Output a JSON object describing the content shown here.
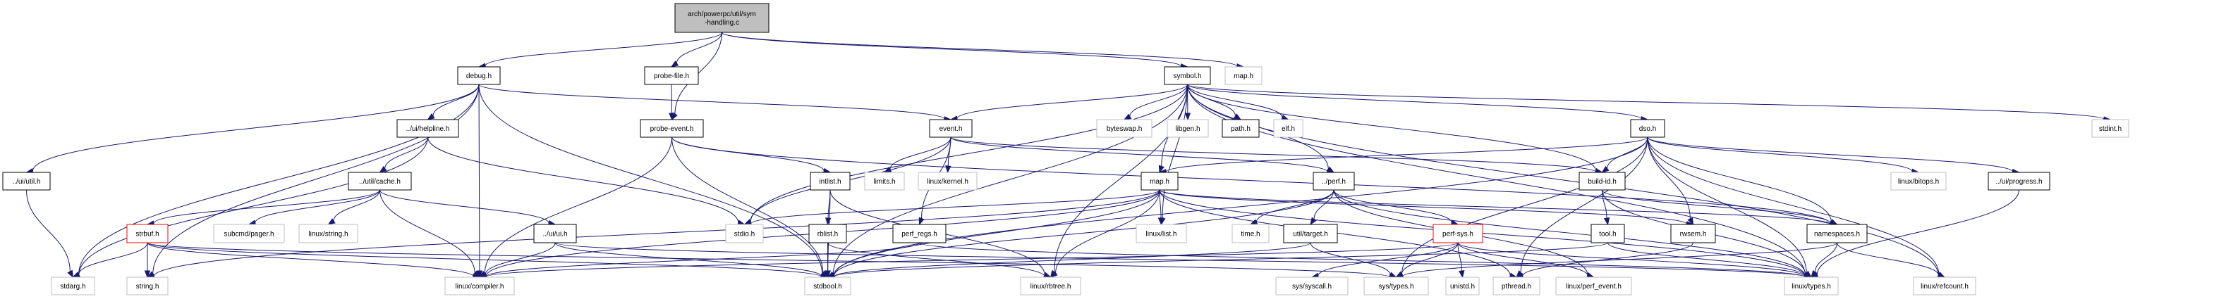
{
  "title": "Include dependency graph for arch/powerpc/util/sym-handling.c",
  "colors": {
    "edge": "#191970",
    "root_fill": "#bfbfbf",
    "root_border": "#000000",
    "documented_border": "#000000",
    "undocumented_border": "#bfbfbf",
    "truncated_border": "#ff0000",
    "text": "#000000"
  },
  "nodes": [
    {
      "id": "root",
      "label": [
        "arch/powerpc/util/sym",
        "-handling.c"
      ],
      "kind": "root"
    },
    {
      "id": "debug_h",
      "label": [
        "debug.h"
      ],
      "kind": "documented"
    },
    {
      "id": "probe_file_h",
      "label": [
        "probe-file.h"
      ],
      "kind": "documented"
    },
    {
      "id": "symbol_h",
      "label": [
        "symbol.h"
      ],
      "kind": "documented"
    },
    {
      "id": "map_h_top",
      "label": [
        "map.h"
      ],
      "kind": "external"
    },
    {
      "id": "helpline_h",
      "label": [
        "../ui/helpline.h"
      ],
      "kind": "documented"
    },
    {
      "id": "probe_event_h",
      "label": [
        "probe-event.h"
      ],
      "kind": "documented"
    },
    {
      "id": "event_h",
      "label": [
        "event.h"
      ],
      "kind": "documented"
    },
    {
      "id": "byteswap_h",
      "label": [
        "byteswap.h"
      ],
      "kind": "external"
    },
    {
      "id": "libgen_h",
      "label": [
        "libgen.h"
      ],
      "kind": "external"
    },
    {
      "id": "path_h",
      "label": [
        "path.h"
      ],
      "kind": "documented"
    },
    {
      "id": "elf_h",
      "label": [
        "elf.h"
      ],
      "kind": "external"
    },
    {
      "id": "dso_h",
      "label": [
        "dso.h"
      ],
      "kind": "documented"
    },
    {
      "id": "stdint_h",
      "label": [
        "stdint.h"
      ],
      "kind": "external"
    },
    {
      "id": "ui_util_h",
      "label": [
        "../ui/util.h"
      ],
      "kind": "documented"
    },
    {
      "id": "cache_h",
      "label": [
        "../util/cache.h"
      ],
      "kind": "documented"
    },
    {
      "id": "intlist_h",
      "label": [
        "intlist.h"
      ],
      "kind": "documented"
    },
    {
      "id": "limits_h",
      "label": [
        "limits.h"
      ],
      "kind": "external"
    },
    {
      "id": "linux_kernel_h",
      "label": [
        "linux/kernel.h"
      ],
      "kind": "external"
    },
    {
      "id": "map_h",
      "label": [
        "map.h"
      ],
      "kind": "documented"
    },
    {
      "id": "perf_h",
      "label": [
        "../perf.h"
      ],
      "kind": "documented"
    },
    {
      "id": "build_id_h",
      "label": [
        "build-id.h"
      ],
      "kind": "documented"
    },
    {
      "id": "linux_bitops_h",
      "label": [
        "linux/bitops.h"
      ],
      "kind": "external"
    },
    {
      "id": "progress_h",
      "label": [
        "../ui/progress.h"
      ],
      "kind": "documented"
    },
    {
      "id": "strbuf_h",
      "label": [
        "strbuf.h"
      ],
      "kind": "truncated"
    },
    {
      "id": "pager_h",
      "label": [
        "subcmd/pager.h"
      ],
      "kind": "external"
    },
    {
      "id": "linux_string_h",
      "label": [
        "linux/string.h"
      ],
      "kind": "external"
    },
    {
      "id": "ui_h",
      "label": [
        "../ui/ui.h"
      ],
      "kind": "documented"
    },
    {
      "id": "stdio_h",
      "label": [
        "stdio.h"
      ],
      "kind": "external"
    },
    {
      "id": "rblist_h",
      "label": [
        "rblist.h"
      ],
      "kind": "documented"
    },
    {
      "id": "perf_regs_h",
      "label": [
        "perf_regs.h"
      ],
      "kind": "documented"
    },
    {
      "id": "linux_list_h",
      "label": [
        "linux/list.h"
      ],
      "kind": "external"
    },
    {
      "id": "time_h",
      "label": [
        "time.h"
      ],
      "kind": "external"
    },
    {
      "id": "target_h",
      "label": [
        "util/target.h"
      ],
      "kind": "documented"
    },
    {
      "id": "perf_sys_h",
      "label": [
        "perf-sys.h"
      ],
      "kind": "truncated"
    },
    {
      "id": "tool_h",
      "label": [
        "tool.h"
      ],
      "kind": "documented"
    },
    {
      "id": "rwsem_h",
      "label": [
        "rwsem.h"
      ],
      "kind": "documented"
    },
    {
      "id": "namespaces_h",
      "label": [
        "namespaces.h"
      ],
      "kind": "documented"
    },
    {
      "id": "stdarg_h",
      "label": [
        "stdarg.h"
      ],
      "kind": "external"
    },
    {
      "id": "string_h",
      "label": [
        "string.h"
      ],
      "kind": "external"
    },
    {
      "id": "linux_compiler_h",
      "label": [
        "linux/compiler.h"
      ],
      "kind": "external"
    },
    {
      "id": "stdbool_h",
      "label": [
        "stdbool.h"
      ],
      "kind": "external"
    },
    {
      "id": "linux_rbtree_h",
      "label": [
        "linux/rbtree.h"
      ],
      "kind": "external"
    },
    {
      "id": "sys_syscall_h",
      "label": [
        "sys/syscall.h"
      ],
      "kind": "external"
    },
    {
      "id": "sys_types_h",
      "label": [
        "sys/types.h"
      ],
      "kind": "external"
    },
    {
      "id": "unistd_h",
      "label": [
        "unistd.h"
      ],
      "kind": "external"
    },
    {
      "id": "pthread_h",
      "label": [
        "pthread.h"
      ],
      "kind": "external"
    },
    {
      "id": "linux_perf_event_h",
      "label": [
        "linux/perf_event.h"
      ],
      "kind": "external"
    },
    {
      "id": "linux_types_h",
      "label": [
        "linux/types.h"
      ],
      "kind": "external"
    },
    {
      "id": "linux_refcount_h",
      "label": [
        "linux/refcount.h"
      ],
      "kind": "external"
    }
  ],
  "edges": [
    [
      "root",
      "debug_h"
    ],
    [
      "root",
      "probe_file_h"
    ],
    [
      "root",
      "probe_event_h"
    ],
    [
      "root",
      "symbol_h"
    ],
    [
      "root",
      "map_h_top"
    ],
    [
      "debug_h",
      "helpline_h"
    ],
    [
      "debug_h",
      "event_h"
    ],
    [
      "debug_h",
      "ui_util_h"
    ],
    [
      "debug_h",
      "stdarg_h"
    ],
    [
      "debug_h",
      "string_h"
    ],
    [
      "debug_h",
      "linux_compiler_h"
    ],
    [
      "debug_h",
      "stdbool_h"
    ],
    [
      "probe_file_h",
      "probe_event_h"
    ],
    [
      "probe_event_h",
      "intlist_h"
    ],
    [
      "probe_event_h",
      "linux_compiler_h"
    ],
    [
      "probe_event_h",
      "stdbool_h"
    ],
    [
      "probe_event_h",
      "namespaces_h"
    ],
    [
      "helpline_h",
      "cache_h"
    ],
    [
      "helpline_h",
      "stdio_h"
    ],
    [
      "helpline_h",
      "stdarg_h"
    ],
    [
      "cache_h",
      "strbuf_h"
    ],
    [
      "cache_h",
      "pager_h"
    ],
    [
      "cache_h",
      "linux_string_h"
    ],
    [
      "cache_h",
      "ui_h"
    ],
    [
      "cache_h",
      "linux_compiler_h"
    ],
    [
      "strbuf_h",
      "stdarg_h"
    ],
    [
      "strbuf_h",
      "string_h"
    ],
    [
      "strbuf_h",
      "linux_compiler_h"
    ],
    [
      "strbuf_h",
      "stdbool_h"
    ],
    [
      "strbuf_h",
      "sys_types_h"
    ],
    [
      "ui_h",
      "linux_compiler_h"
    ],
    [
      "ui_h",
      "stdbool_h"
    ],
    [
      "ui_h",
      "linux_types_h"
    ],
    [
      "ui_util_h",
      "stdarg_h"
    ],
    [
      "symbol_h",
      "event_h"
    ],
    [
      "symbol_h",
      "byteswap_h"
    ],
    [
      "symbol_h",
      "libgen_h"
    ],
    [
      "symbol_h",
      "path_h"
    ],
    [
      "symbol_h",
      "elf_h"
    ],
    [
      "symbol_h",
      "map_h"
    ],
    [
      "symbol_h",
      "perf_h"
    ],
    [
      "symbol_h",
      "dso_h"
    ],
    [
      "symbol_h",
      "stdint_h"
    ],
    [
      "symbol_h",
      "build_id_h"
    ],
    [
      "symbol_h",
      "stdio_h"
    ],
    [
      "symbol_h",
      "linux_list_h"
    ],
    [
      "symbol_h",
      "linux_rbtree_h"
    ],
    [
      "symbol_h",
      "linux_types_h"
    ],
    [
      "symbol_h",
      "linux_refcount_h"
    ],
    [
      "symbol_h",
      "stdbool_h"
    ],
    [
      "event_h",
      "limits_h"
    ],
    [
      "event_h",
      "linux_kernel_h"
    ],
    [
      "event_h",
      "perf_regs_h"
    ],
    [
      "event_h",
      "stdio_h"
    ],
    [
      "event_h",
      "perf_h"
    ],
    [
      "event_h",
      "build_id_h"
    ],
    [
      "intlist_h",
      "rblist_h"
    ],
    [
      "intlist_h",
      "stdbool_h"
    ],
    [
      "intlist_h",
      "linux_rbtree_h"
    ],
    [
      "rblist_h",
      "stdbool_h"
    ],
    [
      "rblist_h",
      "linux_rbtree_h"
    ],
    [
      "perf_regs_h",
      "linux_compiler_h"
    ],
    [
      "perf_regs_h",
      "linux_types_h"
    ],
    [
      "map_h",
      "linux_list_h"
    ],
    [
      "map_h",
      "linux_rbtree_h"
    ],
    [
      "map_h",
      "stdio_h"
    ],
    [
      "map_h",
      "stdbool_h"
    ],
    [
      "map_h",
      "string_h"
    ],
    [
      "map_h",
      "linux_compiler_h"
    ],
    [
      "map_h",
      "linux_types_h"
    ],
    [
      "map_h",
      "pthread_h"
    ],
    [
      "map_h",
      "rwsem_h"
    ],
    [
      "map_h",
      "namespaces_h"
    ],
    [
      "perf_h",
      "time_h"
    ],
    [
      "perf_h",
      "target_h"
    ],
    [
      "perf_h",
      "perf_sys_h"
    ],
    [
      "perf_h",
      "stdbool_h"
    ],
    [
      "perf_h",
      "linux_types_h"
    ],
    [
      "perf_h",
      "linux_perf_event_h"
    ],
    [
      "target_h",
      "sys_types_h"
    ],
    [
      "target_h",
      "stdbool_h"
    ],
    [
      "perf_sys_h",
      "sys_syscall_h"
    ],
    [
      "perf_sys_h",
      "sys_types_h"
    ],
    [
      "perf_sys_h",
      "unistd_h"
    ],
    [
      "perf_sys_h",
      "linux_perf_event_h"
    ],
    [
      "perf_sys_h",
      "linux_types_h"
    ],
    [
      "perf_sys_h",
      "linux_compiler_h"
    ],
    [
      "dso_h",
      "build_id_h"
    ],
    [
      "dso_h",
      "map_h"
    ],
    [
      "dso_h",
      "rwsem_h"
    ],
    [
      "dso_h",
      "namespaces_h"
    ],
    [
      "dso_h",
      "linux_bitops_h"
    ],
    [
      "dso_h",
      "progress_h"
    ],
    [
      "dso_h",
      "linux_types_h"
    ],
    [
      "dso_h",
      "linux_refcount_h"
    ],
    [
      "dso_h",
      "stdbool_h"
    ],
    [
      "dso_h",
      "pthread_h"
    ],
    [
      "dso_h",
      "sys_types_h"
    ],
    [
      "build_id_h",
      "tool_h"
    ],
    [
      "build_id_h",
      "namespaces_h"
    ],
    [
      "build_id_h",
      "linux_types_h"
    ],
    [
      "tool_h",
      "stdbool_h"
    ],
    [
      "tool_h",
      "linux_types_h"
    ],
    [
      "rwsem_h",
      "pthread_h"
    ],
    [
      "namespaces_h",
      "linux_types_h"
    ],
    [
      "namespaces_h",
      "linux_refcount_h"
    ],
    [
      "namespaces_h",
      "sys_types_h"
    ],
    [
      "progress_h",
      "linux_types_h"
    ]
  ]
}
